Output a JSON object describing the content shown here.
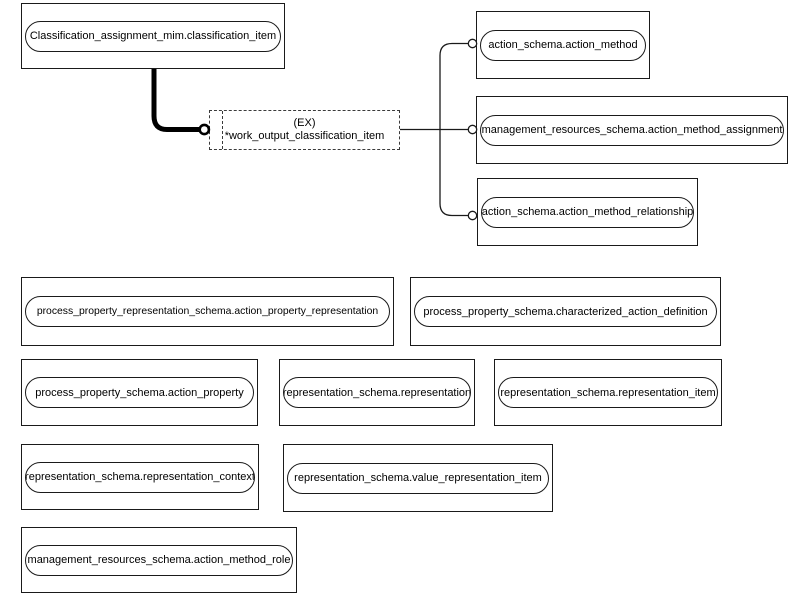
{
  "diagram": {
    "type": "expressg-schema-diagram",
    "nodes": [
      {
        "id": "classification_item",
        "label": "Classification_assignment_mim.classification_item"
      },
      {
        "id": "action_method",
        "label": "action_schema.action_method"
      },
      {
        "id": "action_method_assignment",
        "label": "management_resources_schema.action_method_assignment"
      },
      {
        "id": "action_method_relationship",
        "label": "action_schema.action_method_relationship"
      },
      {
        "id": "action_property_representation",
        "label": "process_property_representation_schema.action_property_representation"
      },
      {
        "id": "characterized_action_definition",
        "label": "process_property_schema.characterized_action_definition"
      },
      {
        "id": "action_property",
        "label": "process_property_schema.action_property"
      },
      {
        "id": "representation",
        "label": "representation_schema.representation"
      },
      {
        "id": "representation_item",
        "label": "representation_schema.representation_item"
      },
      {
        "id": "representation_context",
        "label": "representation_schema.representation_context"
      },
      {
        "id": "value_representation_item",
        "label": "representation_schema.value_representation_item"
      },
      {
        "id": "action_method_role",
        "label": "management_resources_schema.action_method_role"
      }
    ],
    "dashed_node": {
      "tag": "(EX)",
      "label": "*work_output_classification_item"
    },
    "links": [
      {
        "from": "Classification_assignment_mim.classification_item",
        "to": "*work_output_classification_item",
        "style": "thick",
        "terminator": "open-circle"
      },
      {
        "from": "*work_output_classification_item",
        "to": "action_schema.action_method",
        "style": "thin",
        "terminator": "open-circle"
      },
      {
        "from": "*work_output_classification_item",
        "to": "management_resources_schema.action_method_assignment",
        "style": "thin",
        "terminator": "open-circle"
      },
      {
        "from": "*work_output_classification_item",
        "to": "action_schema.action_method_relationship",
        "style": "thin",
        "terminator": "open-circle"
      }
    ],
    "colors": {
      "line": "#000000",
      "box_border": "#1a1a1a",
      "background": "#ffffff"
    }
  }
}
